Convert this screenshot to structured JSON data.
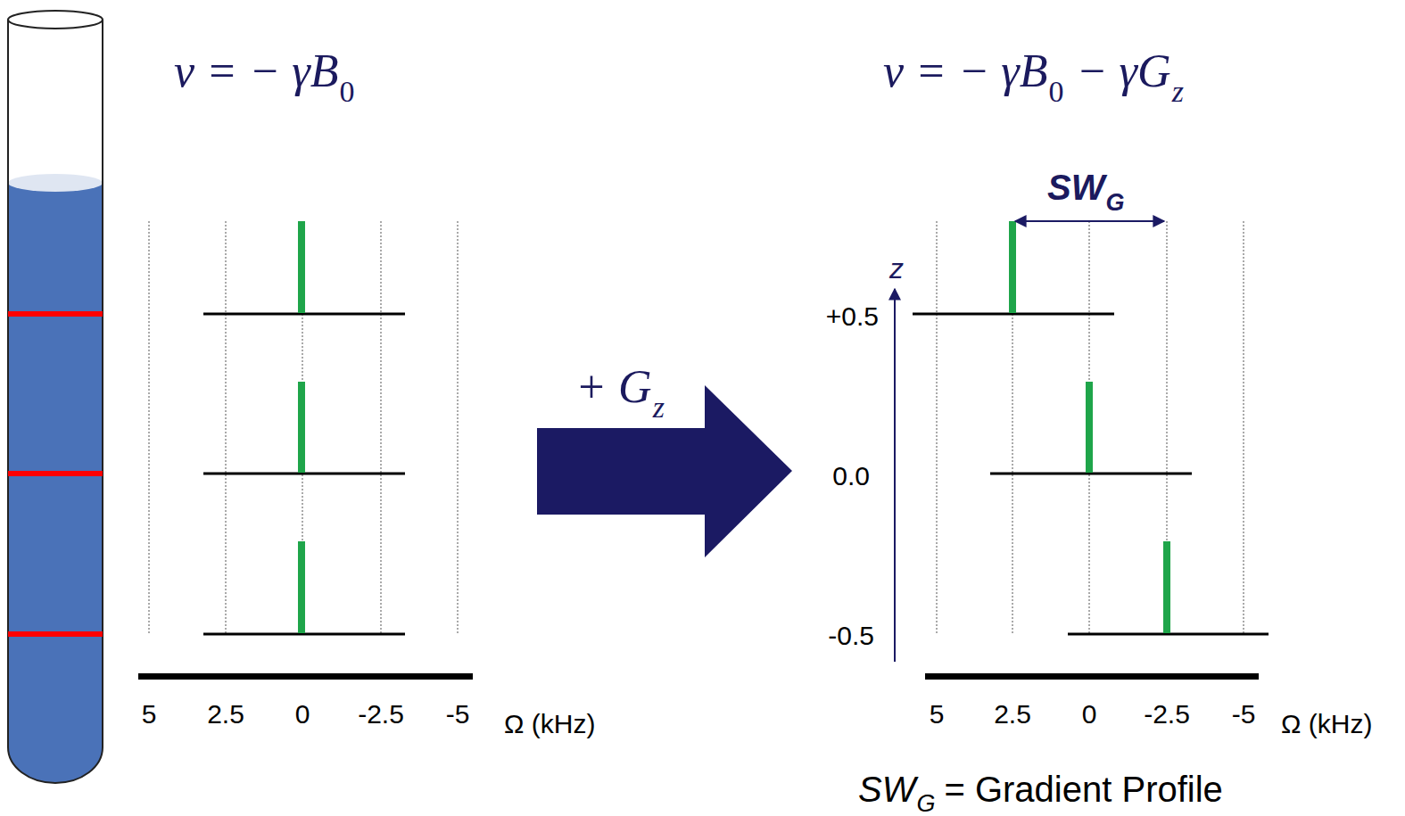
{
  "diagram": {
    "labels": [
      "ν = − γB",
      "0",
      "ν = − γB",
      "0",
      "− γG",
      "z",
      "+ G",
      "z",
      "SW",
      "G",
      "z",
      "+0.5",
      "0.0",
      "-0.5",
      "5",
      "2.5",
      "0",
      "-2.5",
      "-5",
      "Ω (kHz)",
      "5",
      "2.5",
      "0",
      "-2.5",
      "-5",
      "Ω (kHz)",
      "SW",
      "G",
      "= Gradient Profile"
    ]
  }
}
